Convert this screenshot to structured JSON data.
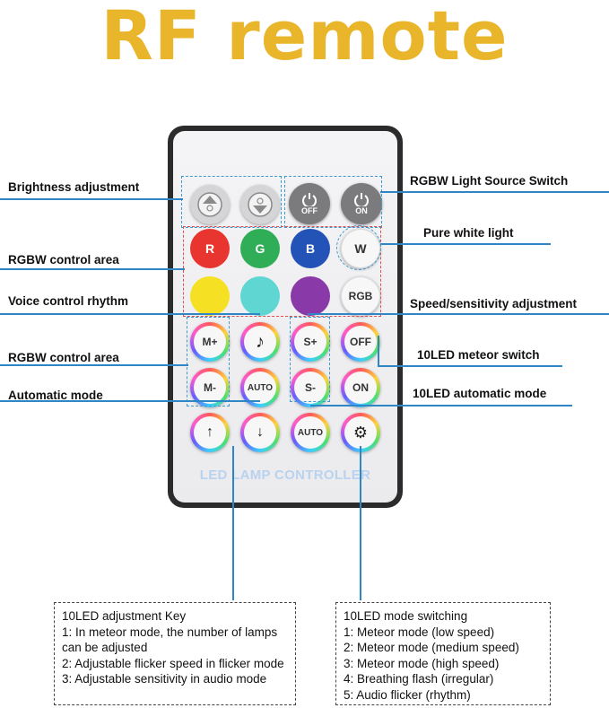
{
  "title": "RF remote",
  "remote": {
    "brand": "LED LAMP CONTROLLER",
    "buttons": {
      "off": "OFF",
      "on": "ON",
      "r": "R",
      "g": "G",
      "b": "B",
      "w": "W",
      "rgb": "RGB",
      "m_plus": "M+",
      "m_minus": "M-",
      "auto1": "AUTO",
      "s_plus": "S+",
      "s_minus": "S-",
      "meteor_off": "OFF",
      "meteor_on": "ON",
      "auto2": "AUTO"
    },
    "colors": {
      "red": "#e8352f",
      "green": "#2fae57",
      "blue": "#2453b8",
      "yellow": "#f6e024",
      "cyan": "#5fd6d2",
      "purple": "#8a3aa8"
    }
  },
  "labels": {
    "brightness": "Brightness adjustment",
    "rgbw_switch": "RGBW Light Source Switch",
    "pure_white": "Pure white light",
    "rgbw_area1": "RGBW control area",
    "voice": "Voice control rhythm",
    "speed": "Speed/sensitivity adjustment",
    "rgbw_area2": "RGBW control area",
    "meteor_switch": "10LED meteor switch",
    "auto_mode": "Automatic mode",
    "led_auto": "10LED automatic mode"
  },
  "notes": {
    "left": {
      "heading": "10LED adjustment Key",
      "lines": [
        "1: In meteor mode, the number of lamps can be adjusted",
        "2: Adjustable flicker speed in flicker mode",
        "3: Adjustable sensitivity in audio mode"
      ]
    },
    "right": {
      "heading": "10LED mode switching",
      "lines": [
        "1: Meteor mode (low speed)",
        "2: Meteor mode (medium speed)",
        "3: Meteor mode (high speed)",
        "4: Breathing flash (irregular)",
        "5: Audio flicker (rhythm)"
      ]
    }
  }
}
